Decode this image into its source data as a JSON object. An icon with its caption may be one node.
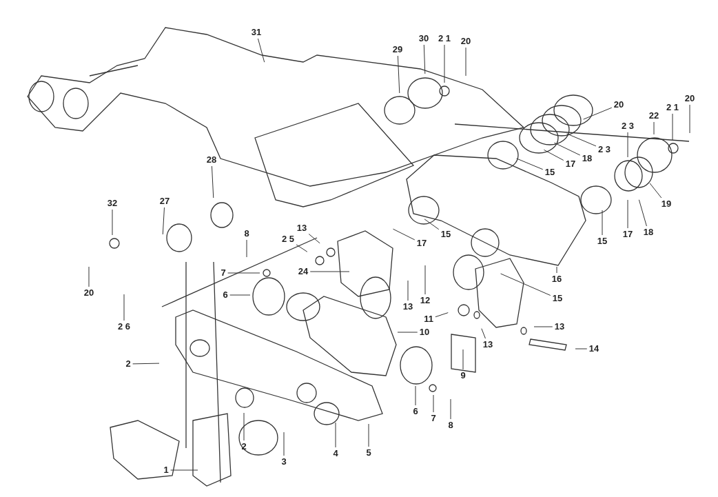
{
  "diagram": {
    "nodes": [
      {
        "text": [
          "31"
        ]
      },
      {
        "text": [
          "30"
        ]
      },
      {
        "text": [
          "2 1"
        ]
      },
      {
        "text": [
          "20"
        ]
      },
      {
        "text": [
          "29"
        ]
      },
      {
        "text": [
          "20"
        ]
      },
      {
        "text": [
          "2 1"
        ]
      },
      {
        "text": [
          "20"
        ]
      },
      {
        "text": [
          "22"
        ]
      },
      {
        "text": [
          "2 3"
        ]
      },
      {
        "text": [
          "2 3"
        ]
      },
      {
        "text": [
          "18"
        ]
      },
      {
        "text": [
          "17"
        ]
      },
      {
        "text": [
          "15"
        ]
      },
      {
        "text": [
          "28"
        ]
      },
      {
        "text": [
          "32"
        ]
      },
      {
        "text": [
          "27"
        ]
      },
      {
        "text": [
          "19"
        ]
      },
      {
        "text": [
          "8"
        ]
      },
      {
        "text": [
          "13"
        ]
      },
      {
        "text": [
          "17"
        ]
      },
      {
        "text": [
          "18"
        ]
      },
      {
        "text": [
          "15"
        ]
      },
      {
        "text": [
          "15"
        ]
      },
      {
        "text": [
          "2 5"
        ]
      },
      {
        "text": [
          "17"
        ]
      },
      {
        "text": [
          "24"
        ]
      },
      {
        "text": [
          "7"
        ]
      },
      {
        "text": [
          "16"
        ]
      },
      {
        "text": [
          "20"
        ]
      },
      {
        "text": [
          "6"
        ]
      },
      {
        "text": [
          "15"
        ]
      },
      {
        "text": [
          "12"
        ]
      },
      {
        "text": [
          "13"
        ]
      },
      {
        "text": [
          "11"
        ]
      },
      {
        "text": [
          "2 6"
        ]
      },
      {
        "text": [
          "10"
        ]
      },
      {
        "text": [
          "13"
        ]
      },
      {
        "text": [
          "13"
        ]
      },
      {
        "text": [
          "14"
        ]
      },
      {
        "text": [
          "2"
        ]
      },
      {
        "text": [
          "9"
        ]
      },
      {
        "text": [
          "6"
        ]
      },
      {
        "text": [
          "7"
        ]
      },
      {
        "text": [
          "8"
        ]
      },
      {
        "text": [
          "2"
        ]
      },
      {
        "text": [
          "4"
        ]
      },
      {
        "text": [
          "5"
        ]
      },
      {
        "text": [
          "3"
        ]
      },
      {
        "text": [
          "1"
        ]
      }
    ],
    "edges": [
      {
        "from": 0,
        "to": null,
        "arrow": "none"
      },
      {
        "from": 1,
        "to": null,
        "arrow": "none"
      },
      {
        "from": 2,
        "to": null,
        "arrow": "none"
      },
      {
        "from": 3,
        "to": null,
        "arrow": "none"
      },
      {
        "from": 4,
        "to": null,
        "arrow": "none"
      },
      {
        "from": 5,
        "to": null,
        "arrow": "none"
      },
      {
        "from": 6,
        "to": null,
        "arrow": "none"
      },
      {
        "from": 7,
        "to": null,
        "arrow": "none"
      },
      {
        "from": 8,
        "to": null,
        "arrow": "none"
      },
      {
        "from": 9,
        "to": null,
        "arrow": "none"
      },
      {
        "from": 10,
        "to": null,
        "arrow": "none"
      },
      {
        "from": 11,
        "to": null,
        "arrow": "none"
      },
      {
        "from": 12,
        "to": null,
        "arrow": "none"
      },
      {
        "from": 13,
        "to": null,
        "arrow": "none"
      },
      {
        "from": 14,
        "to": null,
        "arrow": "none"
      },
      {
        "from": 15,
        "to": null,
        "arrow": "none"
      },
      {
        "from": 16,
        "to": null,
        "arrow": "none"
      },
      {
        "from": 17,
        "to": null,
        "arrow": "none"
      },
      {
        "from": 18,
        "to": null,
        "arrow": "none"
      },
      {
        "from": 19,
        "to": null,
        "arrow": "none"
      },
      {
        "from": 20,
        "to": null,
        "arrow": "none"
      },
      {
        "from": 21,
        "to": null,
        "arrow": "none"
      },
      {
        "from": 22,
        "to": null,
        "arrow": "none"
      },
      {
        "from": 23,
        "to": null,
        "arrow": "none"
      },
      {
        "from": 24,
        "to": null,
        "arrow": "none"
      },
      {
        "from": 25,
        "to": null,
        "arrow": "none"
      },
      {
        "from": 26,
        "to": null,
        "arrow": "none"
      },
      {
        "from": 27,
        "to": null,
        "arrow": "none"
      },
      {
        "from": 28,
        "to": null,
        "arrow": "none"
      },
      {
        "from": 29,
        "to": null,
        "arrow": "none"
      },
      {
        "from": 30,
        "to": null,
        "arrow": "none"
      },
      {
        "from": 31,
        "to": null,
        "arrow": "none"
      },
      {
        "from": 32,
        "to": null,
        "arrow": "none"
      },
      {
        "from": 33,
        "to": null,
        "arrow": "none"
      },
      {
        "from": 34,
        "to": null,
        "arrow": "none"
      },
      {
        "from": 35,
        "to": null,
        "arrow": "none"
      },
      {
        "from": 36,
        "to": null,
        "arrow": "none"
      },
      {
        "from": 37,
        "to": null,
        "arrow": "none"
      },
      {
        "from": 38,
        "to": null,
        "arrow": "none"
      },
      {
        "from": 39,
        "to": null,
        "arrow": "none"
      },
      {
        "from": 40,
        "to": null,
        "arrow": "none"
      },
      {
        "from": 41,
        "to": null,
        "arrow": "none"
      },
      {
        "from": 42,
        "to": null,
        "arrow": "none"
      },
      {
        "from": 43,
        "to": null,
        "arrow": "none"
      },
      {
        "from": 44,
        "to": null,
        "arrow": "none"
      },
      {
        "from": 45,
        "to": null,
        "arrow": "none"
      },
      {
        "from": 46,
        "to": null,
        "arrow": "none"
      },
      {
        "from": 47,
        "to": null,
        "arrow": "none"
      },
      {
        "from": 48,
        "to": null,
        "arrow": "none"
      },
      {
        "from": 49,
        "to": null,
        "arrow": "none"
      }
    ]
  }
}
